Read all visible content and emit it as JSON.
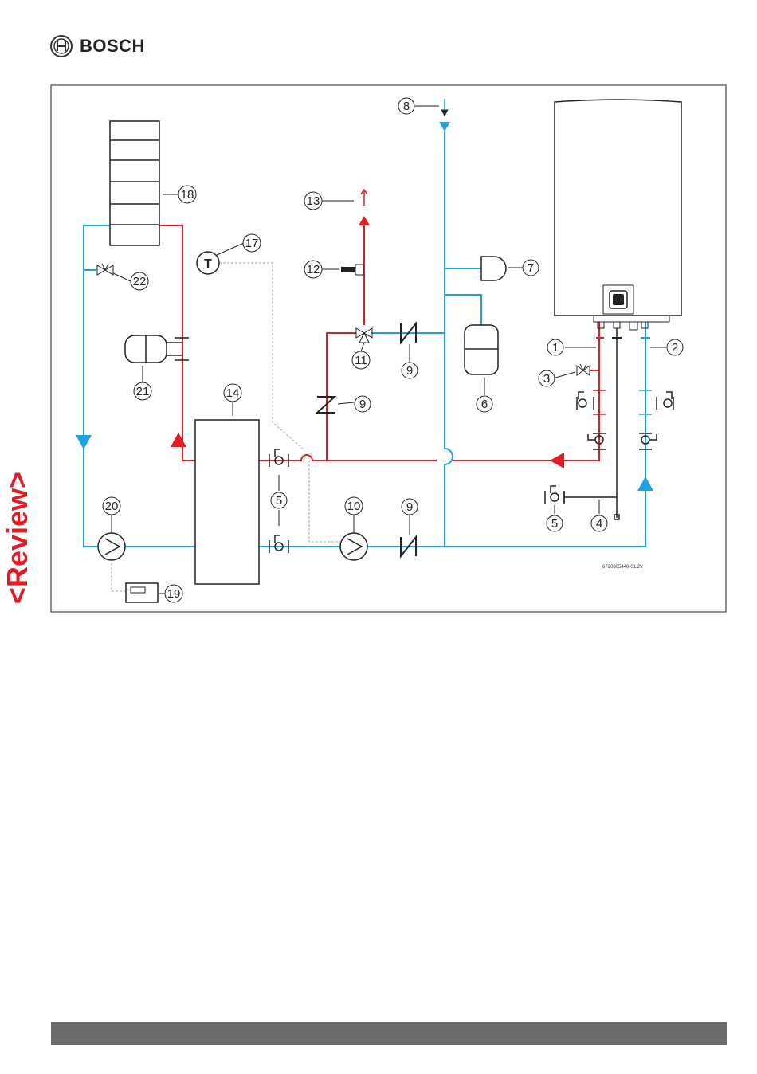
{
  "header": {
    "brand": "BOSCH"
  },
  "watermark": {
    "text": "<Review>"
  },
  "colors": {
    "hot": "#e31b23",
    "cold": "#1aa3e0",
    "line": "#222222",
    "control": "#aaaaaa",
    "footer": "#6b6b6b"
  },
  "diagram": {
    "code": "6720805440-01.2V",
    "labels": {
      "l1": "1",
      "l2": "2",
      "l3": "3",
      "l4": "4",
      "l5a": "5",
      "l5b": "5",
      "l6": "6",
      "l7": "7",
      "l8": "8",
      "l9a": "9",
      "l9b": "9",
      "l9c": "9",
      "l10": "10",
      "l11": "11",
      "l12": "12",
      "l13": "13",
      "l14": "14",
      "l17": "17",
      "l18": "18",
      "l19": "19",
      "l20": "20",
      "l21": "21",
      "l22": "22",
      "t": "T"
    }
  }
}
